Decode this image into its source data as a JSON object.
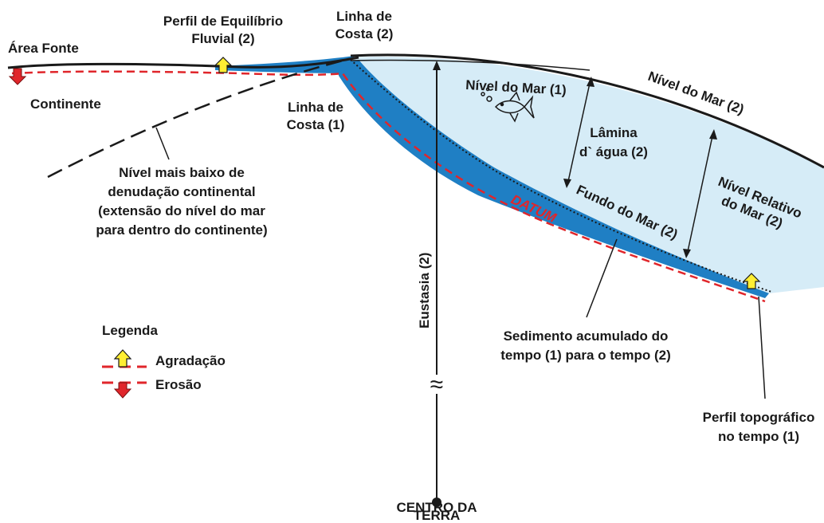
{
  "labels": {
    "area_fonte": "Área Fonte",
    "perfil_eq_1": "Perfil  de Equilíbrio",
    "perfil_eq_2": "Fluvial (2)",
    "linha_costa2_1": "Linha de",
    "linha_costa2_2": "Costa (2)",
    "continente": "Continente",
    "linha_costa1_1": "Linha de",
    "linha_costa1_2": "Costa (1)",
    "nivel_mar1": "Nível do Mar (1)",
    "nivel_mar2": "Nível do Mar (2)",
    "lamina_1": "Lâmina",
    "lamina_2": "d` água (2)",
    "nivel_baixo_1": "Nível mais baixo de",
    "nivel_baixo_2": "denudação continental",
    "nivel_baixo_3": "(extensão do nível do mar",
    "nivel_baixo_4": "para dentro do continente)",
    "nivel_relativo_1": "Nível Relativo",
    "nivel_relativo_2": "do Mar (2)",
    "datum": "DATUM",
    "fundo_mar": "Fundo do Mar (2)",
    "eustasia": "Eustasia (2)",
    "sedimento_1": "Sedimento acumulado do",
    "sedimento_2": "tempo (1) para o tempo (2)",
    "legenda_title": "Legenda",
    "agradacao": "Agradação",
    "erosao": "Erosão",
    "perfil_topo_1": "Perfil topográfico",
    "perfil_topo_2": "no tempo (1)",
    "centro_1": "CENTRO DA",
    "centro_2": "TERRA",
    "break_symbol": "≈"
  },
  "colors": {
    "water": "#d6ecf7",
    "sediment": "#1f7fc4",
    "erosion_line": "#e0262b",
    "agradation_arrow": "#ffee33",
    "erosion_arrow": "#e0262b",
    "ink": "#1a1a1a"
  }
}
